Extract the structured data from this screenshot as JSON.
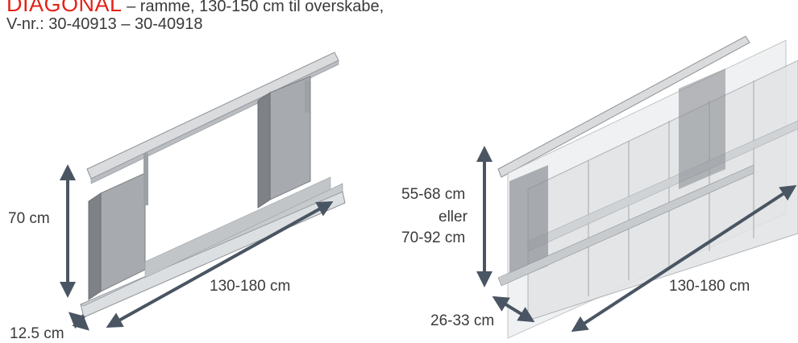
{
  "header": {
    "brand": "DIAGONAL",
    "line1_rest": " – ramme, 130-150 cm til overskabe,",
    "line2": "V-nr.: 30-40913 – 30-40918"
  },
  "left_figure": {
    "height_label": "70 cm",
    "width_label": "130-180 cm",
    "depth_label": "12.5 cm"
  },
  "right_figure": {
    "height_label_1": "55-68 cm",
    "height_label_or": "eller",
    "height_label_2": "70-92 cm",
    "width_label": "130-180 cm",
    "depth_label": "26-33 cm"
  },
  "colors": {
    "brand_red": "#e2231a",
    "arrow": "#4a5563",
    "frame": "#9ea2a6"
  }
}
